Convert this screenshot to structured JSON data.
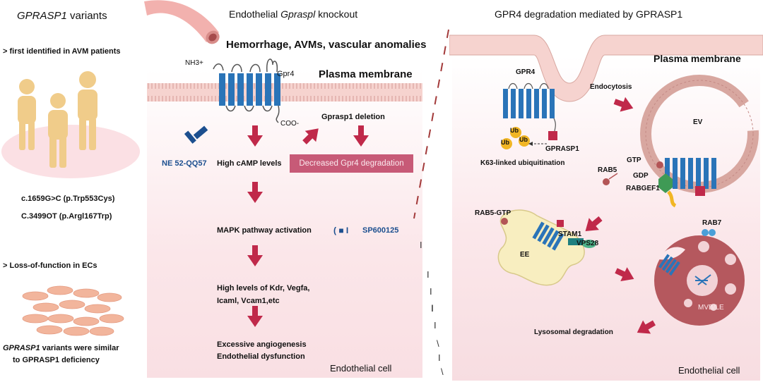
{
  "left": {
    "title_italic": "GPRASP1",
    "title_rest": " variants",
    "point1": ">   first identified in AVM patients",
    "mut1": "c.1659G>C (p.Trp553Cys)",
    "mut2": "C.3499OT (p.Argl167Trp)",
    "point2": ">   Loss-of-function in ECs",
    "conclusion_italic": "GPRASP1",
    "conclusion_rest": " variants were similar",
    "conclusion_line2": "to GPRASP1 deficiency"
  },
  "middle": {
    "title_pre": "Endothelial ",
    "title_italic": "Gpraspl",
    "title_post": " knockout",
    "hemorrhage": "Hemorrhage, AVMs, vascular anomalies",
    "nh3": "NH3+",
    "gpr4": "Gpr4",
    "plasma": "Plasma membrane",
    "coo": "COO-",
    "deletion": "Gprasp1 deletion",
    "inhibitor1": "NE 52-QQ57",
    "camp": "High cAMP levels",
    "degradation": "Decreased Gpr4 degradation",
    "mapk": "MAPK pathway activation",
    "inhibitor2": "SP600125",
    "levels1": "High levels of Kdr, Vegfa,",
    "levels2": "Icaml, Vcam1,etc",
    "outcome1": "Excessive angiogenesis",
    "outcome2": "Endothelial dysfunction",
    "cell": "Endothelial cell"
  },
  "right": {
    "title": "GPR4 degradation mediated by GPRASP1",
    "plasma": "Plasma membrane",
    "gpr4": "GPR4",
    "endocytosis": "Endocytosis",
    "ev": "EV",
    "ub": "Ub",
    "gprasp1": "GPRASP1",
    "k63": "K63-linked ubiquitination",
    "gtp": "GTP",
    "rab5": "RAB5",
    "gdp": "GDP",
    "rabgef1": "RABGEF1",
    "rab5gtp": "RAB5-GTP",
    "stam1": "STAM1",
    "vps28": "VPS28",
    "ee": "EE",
    "rab7": "RAB7",
    "mvb": "MVB/LE",
    "lysosomal": "Lysosomal degradation",
    "cell": "Endothelial cell"
  },
  "colors": {
    "arrow": "#c0294a",
    "receptor": "#2a74b8",
    "inhibitor": "#1c4f8f",
    "people": "#f0cc8a",
    "mvb": "#b5585e"
  }
}
